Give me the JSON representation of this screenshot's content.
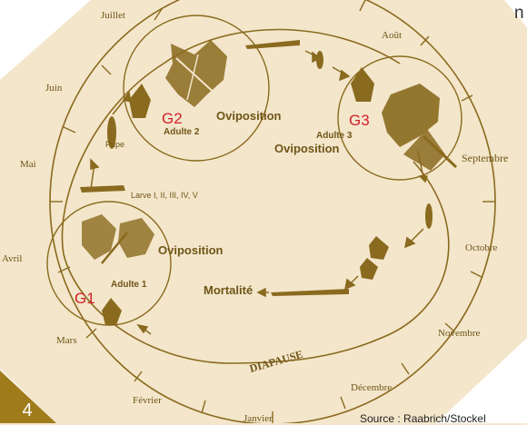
{
  "corner_letter": "n",
  "page_number": "4",
  "source": "Source : Raabrich/Stockel",
  "months": {
    "juillet": "Juillet",
    "aout": "Août",
    "septembre": "Septembre",
    "octobre": "Octobre",
    "novembre": "Novembre",
    "decembre": "Décembre",
    "janvier": "Janvier",
    "fevrier": "Février",
    "mars": "Mars",
    "avril": "Avril",
    "mai": "Mai",
    "juin": "Juin"
  },
  "generations": {
    "g1": {
      "tag": "G1",
      "adult": "Adulte 1",
      "oviposition": "Oviposition"
    },
    "g2": {
      "tag": "G2",
      "adult": "Adulte 2",
      "oviposition": "Oviposition"
    },
    "g3": {
      "tag": "G3",
      "adult": "Adulte 3",
      "oviposition": "Oviposition"
    }
  },
  "stages": {
    "pupa": "Pupe",
    "larva": "Larve I, II, III, IV, V",
    "mortality": "Mortalité",
    "diapause": "DIAPAUSE"
  },
  "colors": {
    "background": "#f3e6cb",
    "ink": "#8a6a1e",
    "generation_tag": "#d4202a",
    "badge": "#a07b19"
  }
}
